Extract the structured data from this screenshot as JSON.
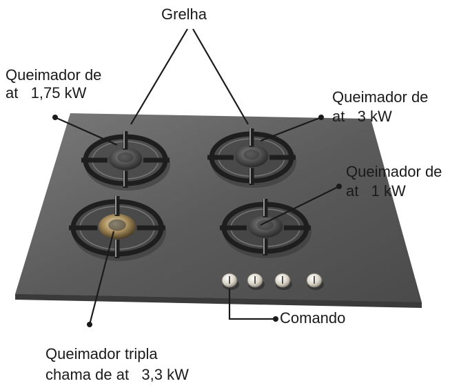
{
  "labels": {
    "grate": "Grelha",
    "burner_top_left_line1": "Queimador de",
    "burner_top_left_line2": "at   1,75 kW",
    "burner_top_right_line1": "Queimador de",
    "burner_top_right_line2": "at   3 kW",
    "burner_bottom_right_line1": "Queimador de",
    "burner_bottom_right_line2": "at   1 kW",
    "controls": "Comando",
    "burner_triple_line1": "Queimador tripla",
    "burner_triple_line2": "chama de at   3,3 kW"
  },
  "colors": {
    "surface": "#5a5a5a",
    "surface_edge": "#2e2e2e",
    "grate": "#1e1e1e",
    "leader": "#1a1a1a",
    "knob": "#e8e4dc"
  }
}
